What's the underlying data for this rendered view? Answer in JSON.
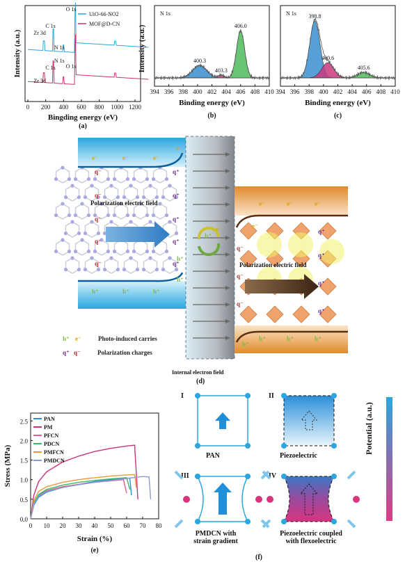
{
  "panel_a": {
    "label": "(a)",
    "xlabel": "Bingding energy (eV)",
    "ylabel": "Intensity (a.u.)",
    "xticks": [
      "0",
      "200",
      "400",
      "600",
      "800",
      "1000",
      "1200"
    ],
    "legend": [
      "UiO-66-NO2",
      "MOF@D-CN"
    ],
    "peak_labels_top": [
      "Zr 3d",
      "C 1s",
      "N 1s",
      "O 1s"
    ],
    "peak_labels_bottom": [
      "Zr 3d",
      "C 1s",
      "N 1s",
      "O 1s"
    ],
    "colors": {
      "top": "#2aa7dc",
      "bottom": "#c8336e"
    }
  },
  "panel_b": {
    "label": "(b)",
    "title": "N 1s",
    "xlabel": "Binding energy (eV)",
    "ylabel": "Intensity (a.u.)",
    "xticks": [
      "394",
      "396",
      "398",
      "400",
      "402",
      "404",
      "406",
      "408",
      "410"
    ],
    "peaks": [
      "400.3",
      "403.3",
      "406.0"
    ]
  },
  "panel_c": {
    "label": "(c)",
    "title": "N 1s",
    "xlabel": "Binding energy (eV)",
    "xticks": [
      "394",
      "396",
      "398",
      "400",
      "402",
      "404",
      "406",
      "408",
      "410"
    ],
    "peaks": [
      "398.8",
      "400.6",
      "405.6"
    ]
  },
  "panel_d": {
    "label": "(d)",
    "left_field": "Polarization electric field",
    "right_field": "Polarization electric field",
    "internal_field": "Internal electron field",
    "legend_carriers": "Photo-induced carries",
    "legend_charges": "Polarization charges",
    "sym_h": "h⁺",
    "sym_e": "e⁻",
    "sym_qp": "q⁺",
    "sym_qm": "q⁻"
  },
  "panel_e": {
    "label": "(e)",
    "xlabel": "Strain (%)",
    "ylabel": "Stress (MPa)",
    "xticks": [
      "0",
      "10",
      "20",
      "30",
      "40",
      "50",
      "60",
      "70",
      "80"
    ],
    "yticks": [
      "0.0",
      "0.5",
      "1.0",
      "1.5",
      "2.0",
      "2.5"
    ],
    "legend": [
      "PAN",
      "PM",
      "PFCN",
      "PDCN",
      "PMFCN",
      "PMDCN"
    ]
  },
  "panel_f": {
    "label": "(f)",
    "roman": [
      "I",
      "II",
      "III",
      "IV"
    ],
    "captions": [
      "PAN",
      "Piezoelectric",
      "PMDCN with\nstrain gradient",
      "Piezoelectric coupled\nwith flexoelectric"
    ],
    "colorbar_label": "Potential (a.u.)"
  },
  "chart_data": [
    {
      "type": "line",
      "xlabel": "Strain (%)",
      "ylabel": "Stress (MPa)",
      "xlim": [
        0,
        80
      ],
      "ylim": [
        0,
        2.7
      ],
      "series": [
        {
          "name": "PAN",
          "color": "#2a8fd6",
          "x": [
            0,
            2,
            5,
            10,
            20,
            30,
            40,
            50,
            60,
            62,
            63
          ],
          "y": [
            0,
            0.35,
            0.55,
            0.68,
            0.8,
            0.88,
            0.95,
            1.0,
            1.03,
            1.04,
            0.6
          ]
        },
        {
          "name": "PM",
          "color": "#c9347a",
          "x": [
            0,
            2,
            5,
            10,
            20,
            30,
            40,
            50,
            60,
            65,
            67
          ],
          "y": [
            0,
            0.6,
            0.95,
            1.2,
            1.45,
            1.6,
            1.72,
            1.8,
            1.86,
            1.88,
            0.5
          ]
        },
        {
          "name": "PFCN",
          "color": "#e0608a",
          "x": [
            0,
            2,
            5,
            10,
            20,
            30,
            40,
            50,
            58,
            60
          ],
          "y": [
            0,
            0.4,
            0.6,
            0.72,
            0.82,
            0.88,
            0.93,
            0.97,
            1.0,
            0.65
          ]
        },
        {
          "name": "PDCN",
          "color": "#3fb56a",
          "x": [
            0,
            2,
            5,
            10,
            20,
            30,
            40,
            50,
            60,
            62
          ],
          "y": [
            0,
            0.4,
            0.62,
            0.75,
            0.86,
            0.93,
            0.98,
            1.02,
            1.05,
            0.75
          ]
        },
        {
          "name": "PMFCN",
          "color": "#e89a3a",
          "x": [
            0,
            2,
            5,
            10,
            20,
            30,
            40,
            50,
            60,
            65,
            66
          ],
          "y": [
            0,
            0.45,
            0.7,
            0.82,
            0.93,
            1.0,
            1.05,
            1.09,
            1.12,
            1.13,
            0.8
          ]
        },
        {
          "name": "PMDCN",
          "color": "#8a9bd0",
          "x": [
            0,
            2,
            5,
            10,
            20,
            30,
            40,
            50,
            60,
            70,
            74,
            75
          ],
          "y": [
            0,
            0.38,
            0.58,
            0.7,
            0.8,
            0.87,
            0.93,
            0.98,
            1.03,
            1.08,
            1.07,
            0.5
          ]
        }
      ]
    }
  ]
}
